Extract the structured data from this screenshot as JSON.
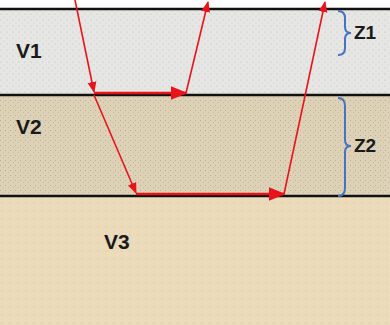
{
  "diagram": {
    "nodes": [
      {
        "text": [
          "V1"
        ]
      },
      {
        "text": [
          "V2"
        ]
      },
      {
        "text": [
          "V3"
        ]
      }
    ],
    "labels": [
      "Z1",
      "Z2"
    ]
  }
}
